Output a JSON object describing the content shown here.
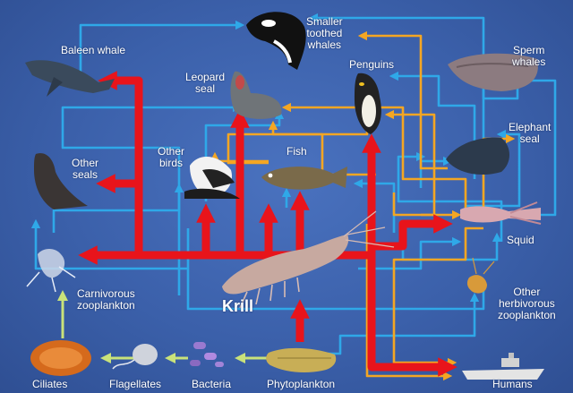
{
  "labels": {
    "baleen_whale": "Baleen whale",
    "smaller_toothed_whales": [
      "Smaller",
      "toothed",
      "whales"
    ],
    "sperm_whales": [
      "Sperm",
      "whales"
    ],
    "leopard_seal": [
      "Leopard",
      "seal"
    ],
    "penguins": "Penguins",
    "elephant_seal": [
      "Elephant",
      "seal"
    ],
    "other_birds": [
      "Other",
      "birds"
    ],
    "fish": "Fish",
    "other_seals": [
      "Other",
      "seals"
    ],
    "squid": "Squid",
    "carnivorous_zooplankton": [
      "Carnivorous",
      "zooplankton"
    ],
    "krill": "Krill",
    "other_herbivorous_zooplankton": [
      "Other",
      "herbivorous",
      "zooplankton"
    ],
    "ciliates": "Ciliates",
    "flagellates": "Flagellates",
    "bacteria": "Bacteria",
    "phytoplankton": "Phytoplankton",
    "humans": "Humans"
  },
  "colors": {
    "background": "#3b60aa",
    "krill_flow": "#e8141b",
    "fish_squid_flow": "#f4a623",
    "other_flow": "#2fa8e8",
    "microbial_flow": "#c9e27a"
  }
}
